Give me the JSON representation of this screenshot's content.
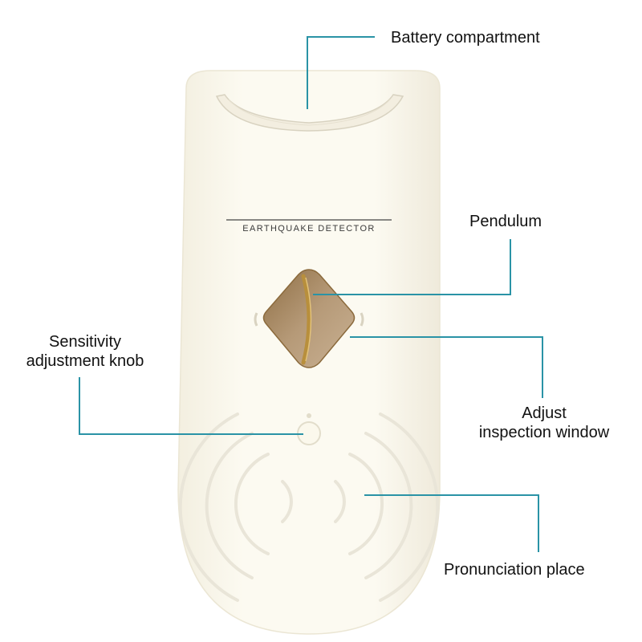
{
  "device": {
    "brand_label": "EARTHQUAKE DETECTOR"
  },
  "callouts": {
    "battery": {
      "line1": "Battery compartment"
    },
    "pendulum": {
      "line1": "Pendulum"
    },
    "sensitivity": {
      "line1": "Sensitivity",
      "line2": "adjustment knob"
    },
    "inspection": {
      "line1": "Adjust",
      "line2": "inspection window"
    },
    "pronunciation": {
      "line1": "Pronunciation place"
    }
  },
  "colors": {
    "leader_line": "#2a93a6",
    "device_body": "#fbf8ec",
    "device_shadow": "#ebe6d4",
    "window_gold": "#9c7a45",
    "window_fill": "#b89a72",
    "grille": "#e9e5d8",
    "text": "#111111"
  }
}
